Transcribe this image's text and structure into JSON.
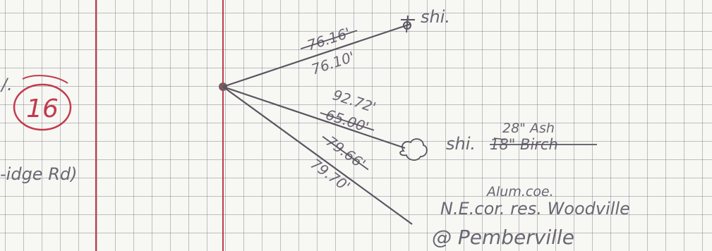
{
  "page": {
    "margin_rule_color": "#c23a4c",
    "grid_color": "#9a9aa4",
    "ink_color": "#5a5560"
  },
  "left_column": {
    "circled_number": "16",
    "road_note": "-idge Rd)",
    "fragment_mark": "/."
  },
  "ties": [
    {
      "struck_distance": "76.16'",
      "distance": "76.10'",
      "target_label": "shi."
    },
    {
      "distance": "92.72'",
      "struck_distance": "65.00'",
      "target_label": "shi."
    },
    {
      "struck_distance": "79.66'",
      "distance": "79.70'"
    }
  ],
  "tree_note": {
    "species": "28\" Ash",
    "struck": "18\" Birch"
  },
  "location_note": {
    "line1": "Alum.coe.",
    "line2": "N.E.cor. res. Woodville",
    "line3": "@ Pemberville"
  }
}
